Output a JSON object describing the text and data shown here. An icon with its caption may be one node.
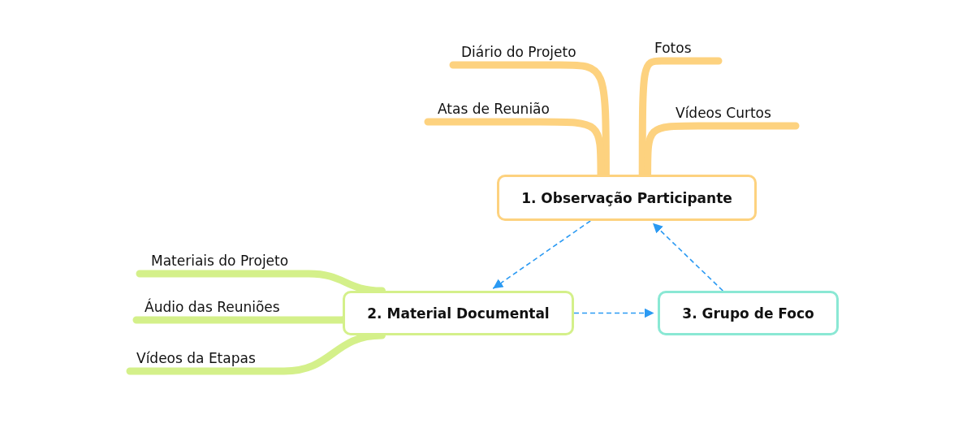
{
  "diagram": {
    "nodes": [
      {
        "text": [
          "1. Observação Participante"
        ]
      },
      {
        "text": [
          "2. Material Documental"
        ]
      },
      {
        "text": [
          "3. Grupo de Foco"
        ]
      },
      {
        "text": [
          "Diário do Projeto"
        ]
      },
      {
        "text": [
          "Fotos"
        ]
      },
      {
        "text": [
          "Atas de Reunião"
        ]
      },
      {
        "text": [
          "Vídeos Curtos"
        ]
      },
      {
        "text": [
          "Materiais do Projeto"
        ]
      },
      {
        "text": [
          "Áudio das Reuniões"
        ]
      },
      {
        "text": [
          "Vídeos da Etapas"
        ]
      }
    ],
    "edges": [
      {
        "from": 0,
        "to": 1,
        "arrow": "to",
        "style": "dashed",
        "color": "#2b9af3"
      },
      {
        "from": 1,
        "to": 2,
        "arrow": "to",
        "style": "dashed",
        "color": "#2b9af3"
      },
      {
        "from": 2,
        "to": 0,
        "arrow": "to",
        "style": "dashed",
        "color": "#2b9af3"
      },
      {
        "from": 0,
        "to": 3,
        "arrow": "none",
        "color": "#fdd27f"
      },
      {
        "from": 0,
        "to": 4,
        "arrow": "none",
        "color": "#fdd27f"
      },
      {
        "from": 0,
        "to": 5,
        "arrow": "none",
        "color": "#fdd27f"
      },
      {
        "from": 0,
        "to": 6,
        "arrow": "none",
        "color": "#fdd27f"
      },
      {
        "from": 1,
        "to": 7,
        "arrow": "none",
        "color": "#d4f08a"
      },
      {
        "from": 1,
        "to": 8,
        "arrow": "none",
        "color": "#d4f08a"
      },
      {
        "from": 1,
        "to": 9,
        "arrow": "none",
        "color": "#d4f08a"
      }
    ]
  }
}
